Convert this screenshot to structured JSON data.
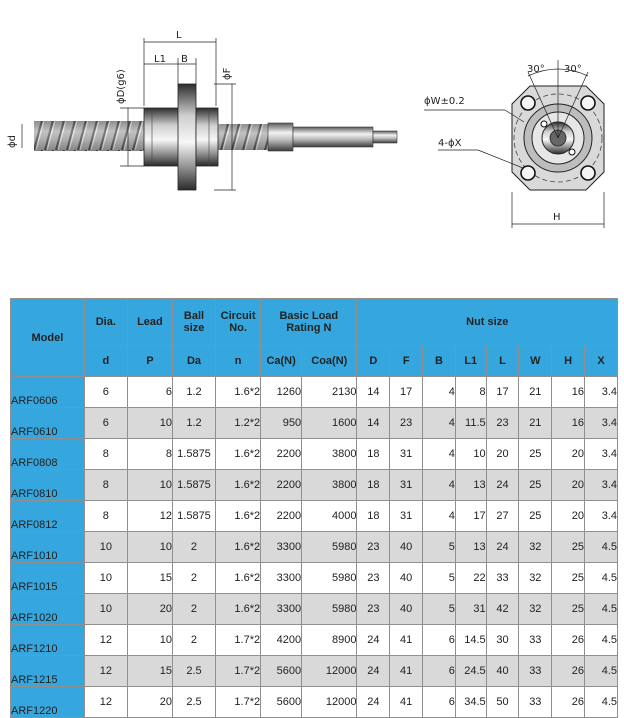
{
  "drawing": {
    "labels": {
      "L": "L",
      "L1": "L1",
      "B": "B",
      "phiD": "ϕD(g6)",
      "phiF": "ϕF",
      "phid": "ϕd",
      "angle1": "30°",
      "angle2": "30°",
      "phiW": "ϕW±0.2",
      "holes": "4-ϕX",
      "H": "H"
    }
  },
  "table": {
    "header": {
      "model": "Model",
      "dia": "Dia.",
      "lead": "Lead",
      "ball_size_1": "Ball",
      "ball_size_2": "size",
      "circuit_1": "Circuit",
      "circuit_2": "No.",
      "basic_load_1": "Basic Load",
      "basic_load_2": "Rating N",
      "nut_size": "Nut size"
    },
    "subheader": [
      "d",
      "P",
      "Da",
      "n",
      "Ca(N)",
      "Coa(N)",
      "D",
      "F",
      "B",
      "L1",
      "L",
      "W",
      "H",
      "X"
    ],
    "rows": [
      {
        "model": "ARF0606",
        "d": "6",
        "p": "6",
        "da": "1.2",
        "n": "1.6*2",
        "ca": "1260",
        "coa": "2130",
        "D": "14",
        "F": "17",
        "B": "4",
        "L1": "8",
        "L": "17",
        "W": "21",
        "H": "16",
        "X": "3.4"
      },
      {
        "model": "ARF0610",
        "d": "6",
        "p": "10",
        "da": "1.2",
        "n": "1.2*2",
        "ca": "950",
        "coa": "1600",
        "D": "14",
        "F": "23",
        "B": "4",
        "L1": "11.5",
        "L": "23",
        "W": "21",
        "H": "16",
        "X": "3.4"
      },
      {
        "model": "ARF0808",
        "d": "8",
        "p": "8",
        "da": "1.5875",
        "n": "1.6*2",
        "ca": "2200",
        "coa": "3800",
        "D": "18",
        "F": "31",
        "B": "4",
        "L1": "10",
        "L": "20",
        "W": "25",
        "H": "20",
        "X": "3.4"
      },
      {
        "model": "ARF0810",
        "d": "8",
        "p": "10",
        "da": "1.5875",
        "n": "1.6*2",
        "ca": "2200",
        "coa": "3800",
        "D": "18",
        "F": "31",
        "B": "4",
        "L1": "13",
        "L": "24",
        "W": "25",
        "H": "20",
        "X": "3.4"
      },
      {
        "model": "ARF0812",
        "d": "8",
        "p": "12",
        "da": "1.5875",
        "n": "1.6*2",
        "ca": "2200",
        "coa": "4000",
        "D": "18",
        "F": "31",
        "B": "4",
        "L1": "17",
        "L": "27",
        "W": "25",
        "H": "20",
        "X": "3.4"
      },
      {
        "model": "ARF1010",
        "d": "10",
        "p": "10",
        "da": "2",
        "n": "1.6*2",
        "ca": "3300",
        "coa": "5980",
        "D": "23",
        "F": "40",
        "B": "5",
        "L1": "13",
        "L": "24",
        "W": "32",
        "H": "25",
        "X": "4.5"
      },
      {
        "model": "ARF1015",
        "d": "10",
        "p": "15",
        "da": "2",
        "n": "1.6*2",
        "ca": "3300",
        "coa": "5980",
        "D": "23",
        "F": "40",
        "B": "5",
        "L1": "22",
        "L": "33",
        "W": "32",
        "H": "25",
        "X": "4.5"
      },
      {
        "model": "ARF1020",
        "d": "10",
        "p": "20",
        "da": "2",
        "n": "1.6*2",
        "ca": "3300",
        "coa": "5980",
        "D": "23",
        "F": "40",
        "B": "5",
        "L1": "31",
        "L": "42",
        "W": "32",
        "H": "25",
        "X": "4.5"
      },
      {
        "model": "ARF1210",
        "d": "12",
        "p": "10",
        "da": "2",
        "n": "1.7*2",
        "ca": "4200",
        "coa": "8900",
        "D": "24",
        "F": "41",
        "B": "6",
        "L1": "14.5",
        "L": "30",
        "W": "33",
        "H": "26",
        "X": "4.5"
      },
      {
        "model": "ARF1215",
        "d": "12",
        "p": "15",
        "da": "2.5",
        "n": "1.7*2",
        "ca": "5600",
        "coa": "12000",
        "D": "24",
        "F": "41",
        "B": "6",
        "L1": "24.5",
        "L": "40",
        "W": "33",
        "H": "26",
        "X": "4.5"
      },
      {
        "model": "ARF1220",
        "d": "12",
        "p": "20",
        "da": "2.5",
        "n": "1.7*2",
        "ca": "5600",
        "coa": "12000",
        "D": "24",
        "F": "41",
        "B": "6",
        "L1": "34.5",
        "L": "50",
        "W": "33",
        "H": "26",
        "X": "4.5"
      }
    ],
    "colors": {
      "header_bg": "#35a7de",
      "header_text": "#ffffff",
      "stripe": "#d9d9d9",
      "border": "#8f8f8f"
    }
  }
}
